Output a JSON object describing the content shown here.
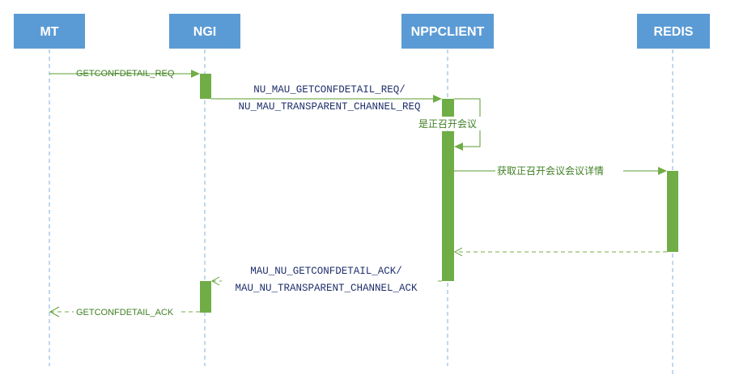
{
  "actors": [
    {
      "id": "mt",
      "label": "MT"
    },
    {
      "id": "ngi",
      "label": "NGI"
    },
    {
      "id": "nppclient",
      "label": "NPPCLIENT"
    },
    {
      "id": "redis",
      "label": "REDIS"
    }
  ],
  "messages": {
    "m1": {
      "label": "GETCONFDETAIL_REQ"
    },
    "m2": {
      "line1": "NU_MAU_GETCONFDETAIL_REQ/",
      "line2": "NU_MAU_TRANSPARENT_CHANNEL_REQ"
    },
    "m3": {
      "label": "是正召开会议"
    },
    "m4": {
      "label": "获取正召开会议会议详情"
    },
    "m6": {
      "line1": "MAU_NU_GETCONFDETAIL_ACK/",
      "line2": "MAU_NU_TRANSPARENT_CHANNEL_ACK"
    },
    "m7": {
      "label": "GETCONFDETAIL_ACK"
    }
  },
  "colors": {
    "actor_fill": "#5b9bd5",
    "lifeline": "#7fb1dc",
    "activation": "#70ad47",
    "message_line": "#70ad47",
    "label_text": "#3f7f24",
    "protocol_text": "#1f2f6b"
  }
}
